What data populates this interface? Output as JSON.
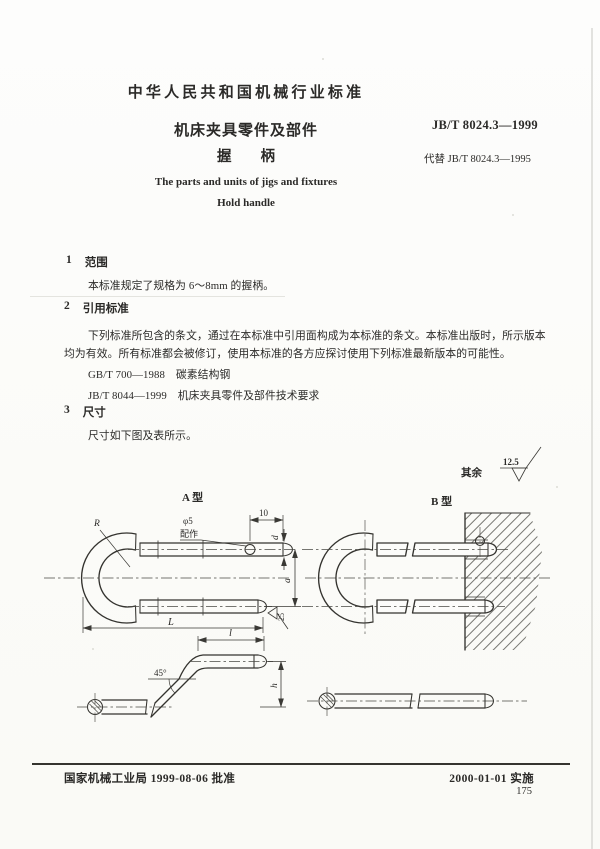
{
  "header": {
    "standard_type": "中华人民共和国机械行业标准",
    "title_cn": "机床夹具零件及部件",
    "subtitle_cn": "握　　柄",
    "title_en": "The parts and units of jigs and fixtures",
    "subtitle_en": "Hold handle",
    "standard_no": "JB/T 8024.3—1999",
    "replaces": "代替 JB/T 8024.3—1995"
  },
  "sections": {
    "s1_no": "1",
    "s1_title": "范围",
    "s1_p": "本标准规定了规格为 6～8mm 的握柄。",
    "s2_no": "2",
    "s2_title": "引用标准",
    "s2_l1": "下列标准所包含的条文，通过在本标准中引用面构成为本标准的条文。本标准出版时，所示版本",
    "s2_l2": "均为有效。所有标准都会被修订，使用本标准的各方应探讨使用下列标准最新版本的可能性。",
    "s2_ref1": "GB/T 700—1988　碳素结构钢",
    "s2_ref2": "JB/T 8044—1999　机床夹具零件及部件技术要求",
    "s3_no": "3",
    "s3_title": "尺寸",
    "s3_p": "尺寸如下图及表所示。"
  },
  "figure": {
    "surface_prefix": "其余",
    "surface_value": "12.5",
    "label_a": "A 型",
    "label_b": "B 型",
    "dim_R": "R",
    "dim_hole": "φ5",
    "dim_fit": "配作",
    "dim_10": "10",
    "dim_d": "d",
    "dim_a": "a",
    "dim_L": "L",
    "dim_rough": "25",
    "dim_l": "l",
    "dim_angle": "45°",
    "dim_h": "h"
  },
  "footer": {
    "approved": "国家机械工业局 1999-08-06 批准",
    "implemented": "2000-01-01 实施",
    "page_no": "175"
  }
}
